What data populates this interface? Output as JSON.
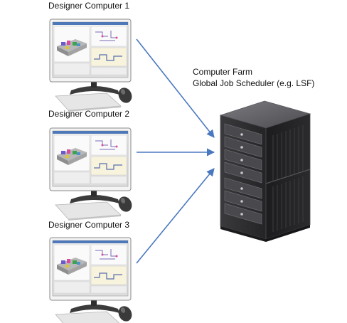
{
  "computers": [
    {
      "label": "Designer Computer 1"
    },
    {
      "label": "Designer Computer 2"
    },
    {
      "label": "Designer Computer 3"
    }
  ],
  "farm": {
    "title": "Computer Farm",
    "subtitle": "Global Job Scheduler (e.g. LSF)"
  },
  "colors": {
    "arrow": "#4a78c0",
    "server_body": "#2e2e30",
    "server_edge": "#6c6c70",
    "monitor_frame": "#ececec",
    "monitor_border": "#8a8a8a"
  },
  "icons": [
    "desktop-computer-icon",
    "server-rack-icon",
    "arrow-icon"
  ]
}
